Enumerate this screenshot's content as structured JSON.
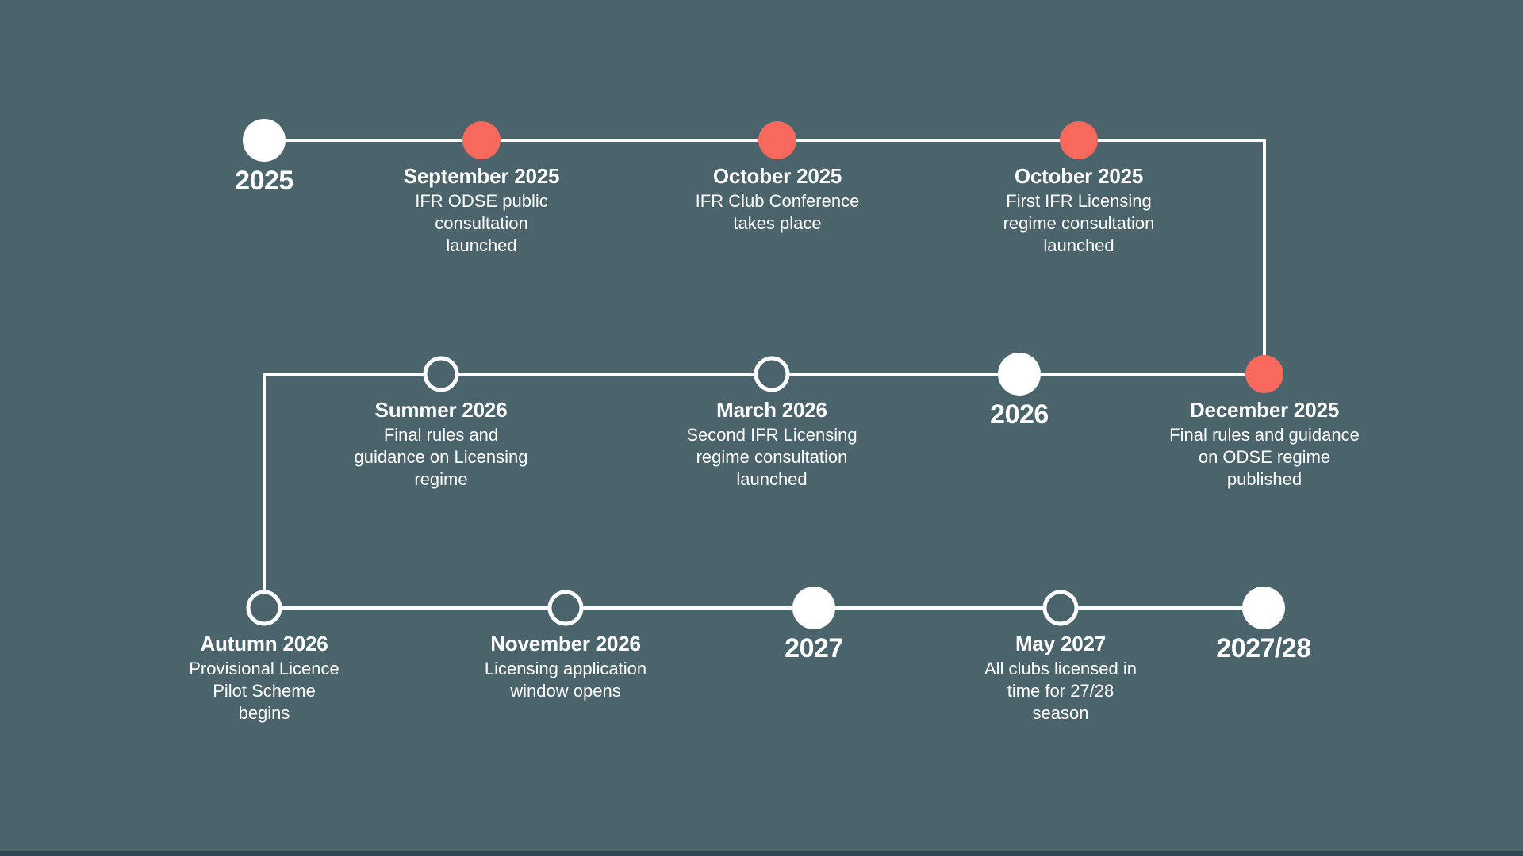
{
  "canvas": {
    "colors": {
      "background": "#4B646C",
      "line": "#FFFFFF",
      "accent_red": "#F9695E",
      "bottom_edge": "#2E4953"
    }
  },
  "timeline": {
    "milestones": [
      {
        "id": "2025",
        "type": "year",
        "dot": "white-filled",
        "title": "2025",
        "description": ""
      },
      {
        "id": "september-2025",
        "type": "event",
        "dot": "red-filled",
        "title": "September 2025",
        "description": "IFR ODSE public\nconsultation\nlaunched"
      },
      {
        "id": "october-2025-conference",
        "type": "event",
        "dot": "red-filled",
        "title": "October 2025",
        "description": "IFR Club Conference\ntakes place"
      },
      {
        "id": "october-2025-consultation",
        "type": "event",
        "dot": "red-filled",
        "title": "October 2025",
        "description": "First IFR Licensing\nregime consultation\nlaunched"
      },
      {
        "id": "december-2025",
        "type": "event",
        "dot": "red-filled",
        "title": "December 2025",
        "description": "Final rules and guidance\non ODSE regime\npublished"
      },
      {
        "id": "2026",
        "type": "year",
        "dot": "white-filled",
        "title": "2026",
        "description": ""
      },
      {
        "id": "march-2026",
        "type": "event",
        "dot": "white-ring",
        "title": "March 2026",
        "description": "Second IFR Licensing\nregime consultation\nlaunched"
      },
      {
        "id": "summer-2026",
        "type": "event",
        "dot": "white-ring",
        "title": "Summer 2026",
        "description": "Final rules and\nguidance on Licensing\nregime"
      },
      {
        "id": "autumn-2026",
        "type": "event",
        "dot": "white-ring",
        "title": "Autumn 2026",
        "description": "Provisional Licence\nPilot Scheme\nbegins"
      },
      {
        "id": "november-2026",
        "type": "event",
        "dot": "white-ring",
        "title": "November 2026",
        "description": "Licensing application\nwindow opens"
      },
      {
        "id": "2027",
        "type": "year",
        "dot": "white-filled",
        "title": "2027",
        "description": ""
      },
      {
        "id": "may-2027",
        "type": "event",
        "dot": "white-ring",
        "title": "May 2027",
        "description": "All clubs licensed in\ntime for 27/28\nseason"
      },
      {
        "id": "2027-28",
        "type": "year",
        "dot": "white-filled",
        "title": "2027/28",
        "description": ""
      }
    ]
  }
}
